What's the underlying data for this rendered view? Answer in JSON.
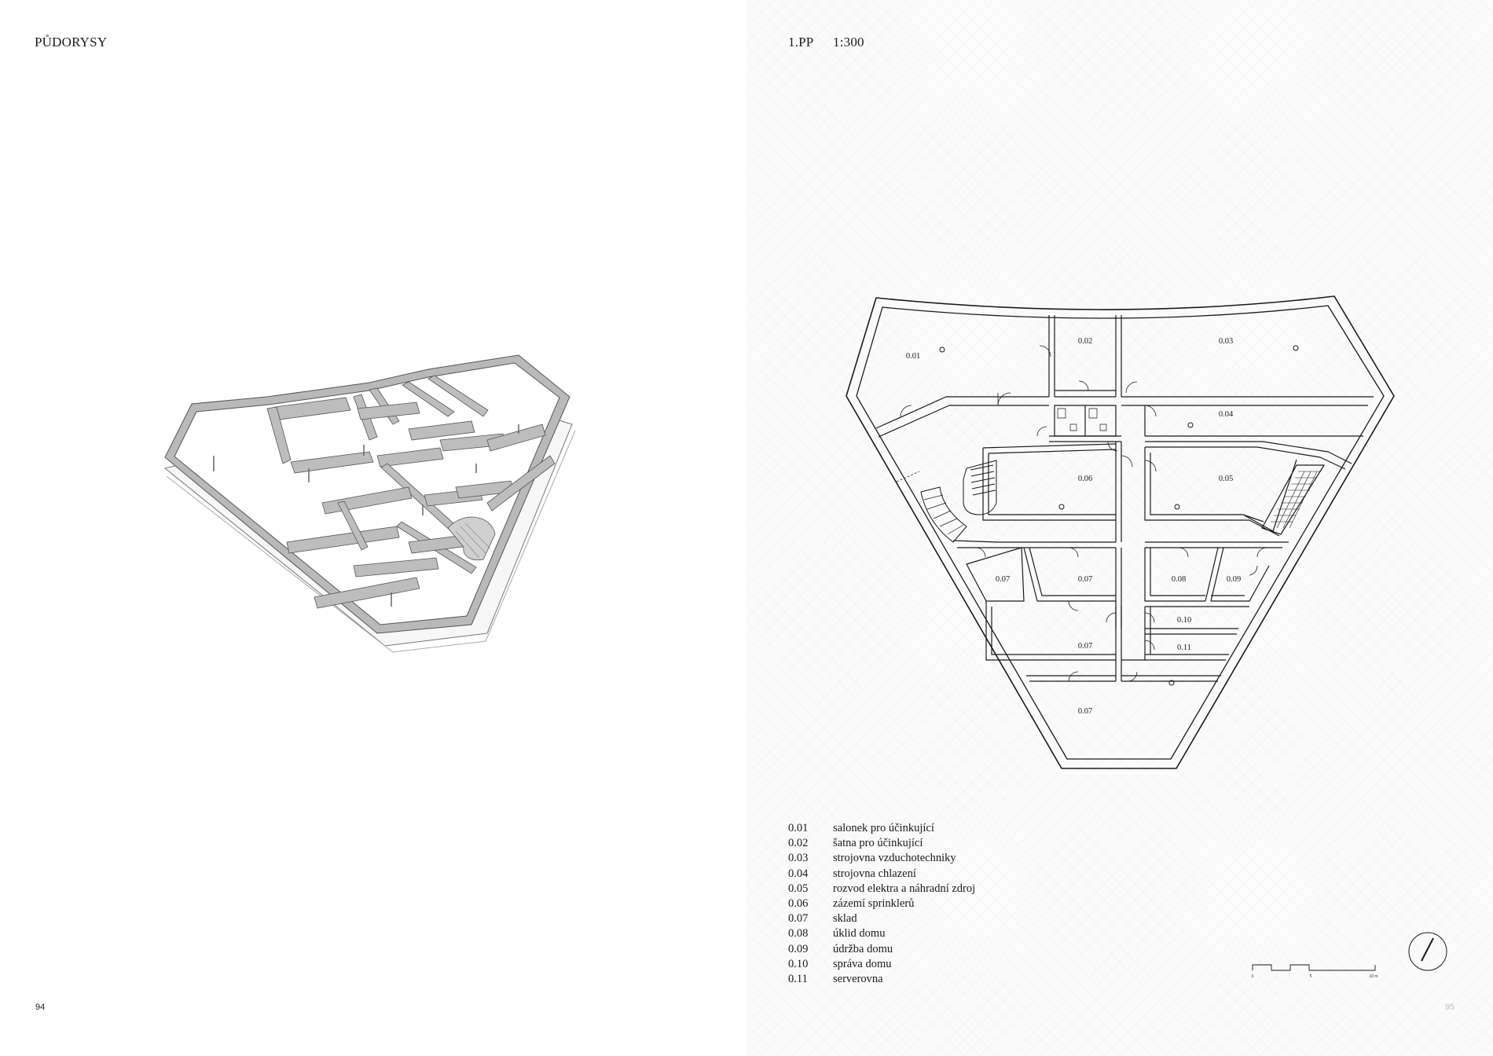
{
  "left_page": {
    "title": "PŮDORYSY",
    "page_number": "94"
  },
  "right_page": {
    "title_floor": "1.PP",
    "title_scale": "1:300",
    "page_number": "95"
  },
  "plan_labels": {
    "r001": "0.01",
    "r002": "0.02",
    "r003": "0.03",
    "r004": "0.04",
    "r005": "0.05",
    "r006": "0.06",
    "r007a": "0.07",
    "r007b": "0.07",
    "r007c": "0.07",
    "r007d": "0.07",
    "r008": "0.08",
    "r009": "0.09",
    "r010": "0.10",
    "r011": "0.11"
  },
  "legend": [
    {
      "code": "0.01",
      "name": "salonek pro účinkující"
    },
    {
      "code": "0.02",
      "name": "šatna pro účinkující"
    },
    {
      "code": "0.03",
      "name": "strojovna vzduchotechniky"
    },
    {
      "code": "0.04",
      "name": "strojovna chlazení"
    },
    {
      "code": "0.05",
      "name": "rozvod elektra a náhradní zdroj"
    },
    {
      "code": "0.06",
      "name": "zázemí sprinklerů"
    },
    {
      "code": "0.07",
      "name": "sklad"
    },
    {
      "code": "0.08",
      "name": "úklid domu"
    },
    {
      "code": "0.09",
      "name": "údržba domu"
    },
    {
      "code": "0.10",
      "name": "správa domu"
    },
    {
      "code": "0.11",
      "name": "serverovna"
    }
  ],
  "scale_bar": {
    "labels": [
      "0",
      "5",
      "10 m"
    ]
  },
  "north_arrow_icon": "north-arrow-icon"
}
